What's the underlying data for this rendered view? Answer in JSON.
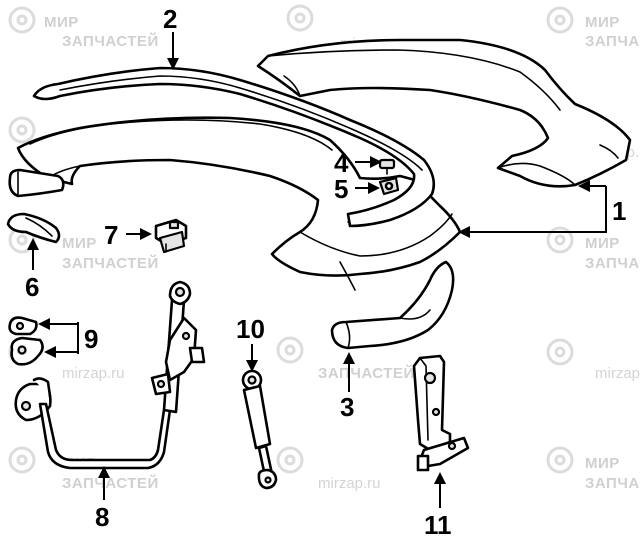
{
  "watermark": {
    "brand_line1": "МИР",
    "brand_line2": "ЗАПЧАСТЕЙ",
    "url": "mirzap.ru",
    "color": "#d0d0d0"
  },
  "callouts": [
    {
      "id": "1",
      "label": "1"
    },
    {
      "id": "2",
      "label": "2"
    },
    {
      "id": "3",
      "label": "3"
    },
    {
      "id": "4",
      "label": "4"
    },
    {
      "id": "5",
      "label": "5"
    },
    {
      "id": "6",
      "label": "6"
    },
    {
      "id": "7",
      "label": "7"
    },
    {
      "id": "8",
      "label": "8"
    },
    {
      "id": "9",
      "label": "9"
    },
    {
      "id": "10",
      "label": "10"
    },
    {
      "id": "11",
      "label": "11"
    }
  ]
}
